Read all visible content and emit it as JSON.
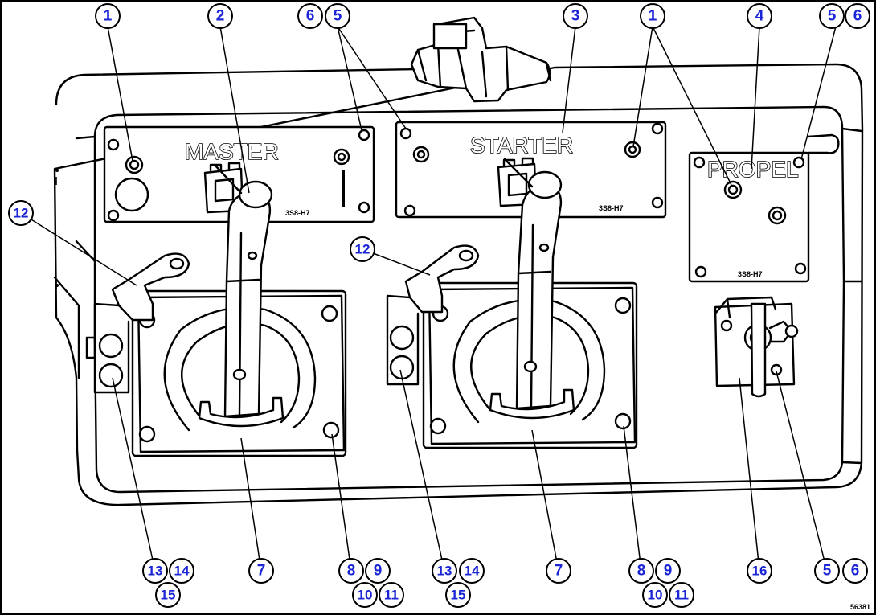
{
  "panel_labels": {
    "master": "MASTER",
    "starter": "STARTER",
    "propel": "PROPEL"
  },
  "drawing_code": "56381",
  "colors": {
    "balloon_text": "#1a25d6",
    "line": "#000000",
    "background": "#ffffff"
  },
  "callouts": [
    {
      "id": "c1a",
      "label": "1"
    },
    {
      "id": "c2",
      "label": "2"
    },
    {
      "id": "c6a",
      "label": "6"
    },
    {
      "id": "c5a",
      "label": "5"
    },
    {
      "id": "c3",
      "label": "3"
    },
    {
      "id": "c1b",
      "label": "1"
    },
    {
      "id": "c4",
      "label": "4"
    },
    {
      "id": "c5b",
      "label": "5"
    },
    {
      "id": "c6b",
      "label": "6"
    },
    {
      "id": "c12a",
      "label": "12"
    },
    {
      "id": "c12b",
      "label": "12"
    },
    {
      "id": "c13a",
      "label": "13"
    },
    {
      "id": "c14a",
      "label": "14"
    },
    {
      "id": "c15a",
      "label": "15"
    },
    {
      "id": "c7a",
      "label": "7"
    },
    {
      "id": "c8a",
      "label": "8"
    },
    {
      "id": "c9a",
      "label": "9"
    },
    {
      "id": "c10a",
      "label": "10"
    },
    {
      "id": "c11a",
      "label": "11"
    },
    {
      "id": "c13b",
      "label": "13"
    },
    {
      "id": "c14b",
      "label": "14"
    },
    {
      "id": "c15b",
      "label": "15"
    },
    {
      "id": "c7b",
      "label": "7"
    },
    {
      "id": "c8b",
      "label": "8"
    },
    {
      "id": "c9b",
      "label": "9"
    },
    {
      "id": "c10b",
      "label": "10"
    },
    {
      "id": "c11b",
      "label": "11"
    },
    {
      "id": "c16",
      "label": "16"
    },
    {
      "id": "c5c",
      "label": "5"
    },
    {
      "id": "c6c",
      "label": "6"
    }
  ]
}
